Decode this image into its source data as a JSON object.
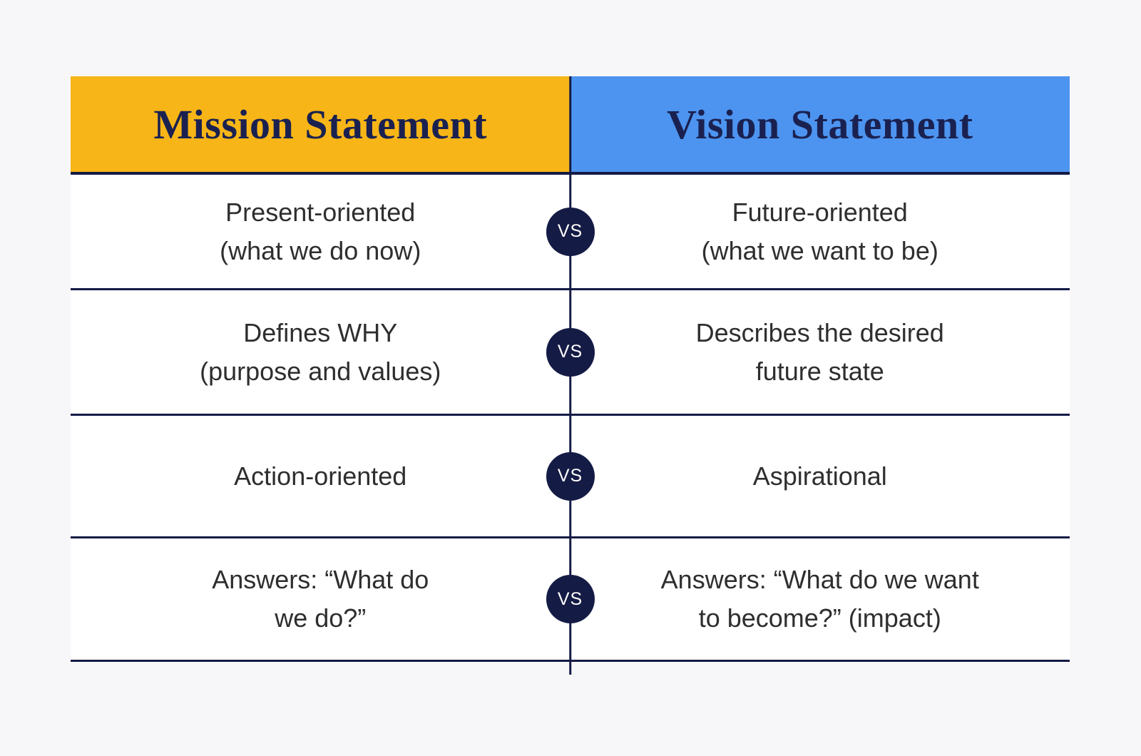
{
  "page": {
    "background_color": "#F7F7F9"
  },
  "table": {
    "header": {
      "left": {
        "label": "Mission Statement",
        "background_color": "#F7B517"
      },
      "right": {
        "label": "Vision Statement",
        "background_color": "#4D94F0"
      }
    },
    "vs_badge": {
      "label": "VS",
      "background_color": "#141B45",
      "text_color": "#FFFFFF"
    },
    "rows": [
      {
        "left": {
          "line1": "Present-oriented",
          "line2": "(what we do now)"
        },
        "right": {
          "line1": "Future-oriented",
          "line2": "(what we want to be)"
        }
      },
      {
        "left": {
          "line1": "Defines WHY",
          "line2": "(purpose and values)"
        },
        "right": {
          "line1": "Describes the desired",
          "line2": "future state"
        }
      },
      {
        "left": {
          "line1": "Action-oriented",
          "line2": ""
        },
        "right": {
          "line1": "Aspirational",
          "line2": ""
        }
      },
      {
        "left": {
          "line1": "Answers: “What do",
          "line2": "we do?”"
        },
        "right": {
          "line1": "Answers: “What do we want",
          "line2": "to become?” (impact)"
        }
      }
    ],
    "colors": {
      "header_text": "#1A2150",
      "body_text": "#2E2E2E",
      "divider": "#141B45",
      "row_background": "#FFFFFF"
    }
  }
}
